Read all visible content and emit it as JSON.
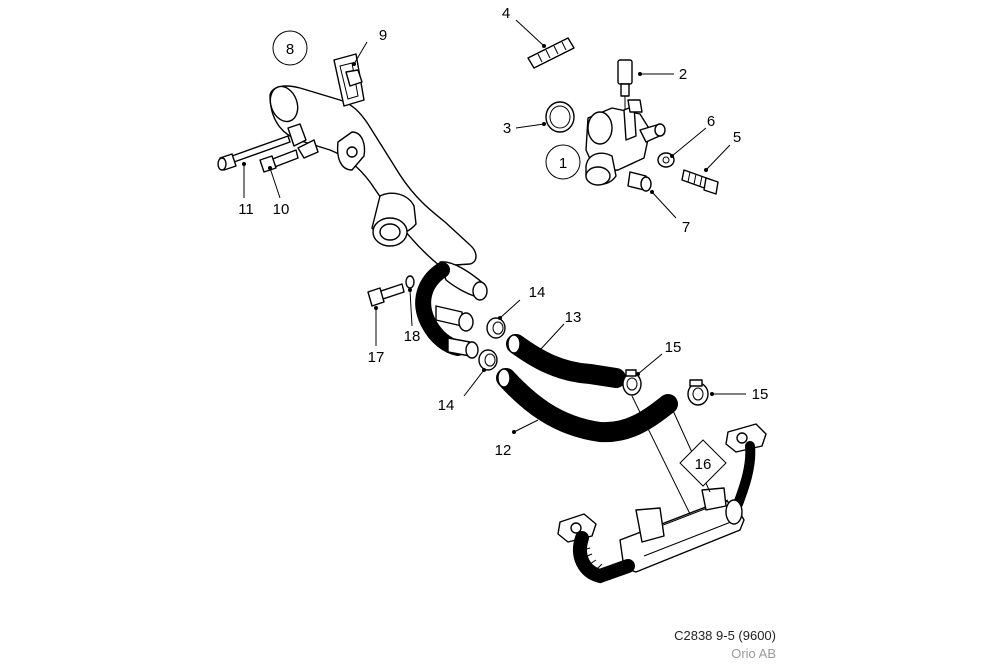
{
  "callouts": {
    "c1": "1",
    "c2": "2",
    "c3": "3",
    "c4": "4",
    "c5": "5",
    "c6": "6",
    "c7": "7",
    "c8": "8",
    "c9": "9",
    "c10": "10",
    "c11": "11",
    "c12": "12",
    "c13": "13",
    "c14a": "14",
    "c14b": "14",
    "c15a": "15",
    "c15b": "15",
    "c16": "16",
    "c17": "17",
    "c18": "18"
  },
  "caption": {
    "code": "C2838 9-5 (9600)",
    "vendor": "Orio AB"
  },
  "colors": {
    "line": "#000000",
    "background": "#ffffff",
    "vendor_text": "#9a9a9a"
  }
}
